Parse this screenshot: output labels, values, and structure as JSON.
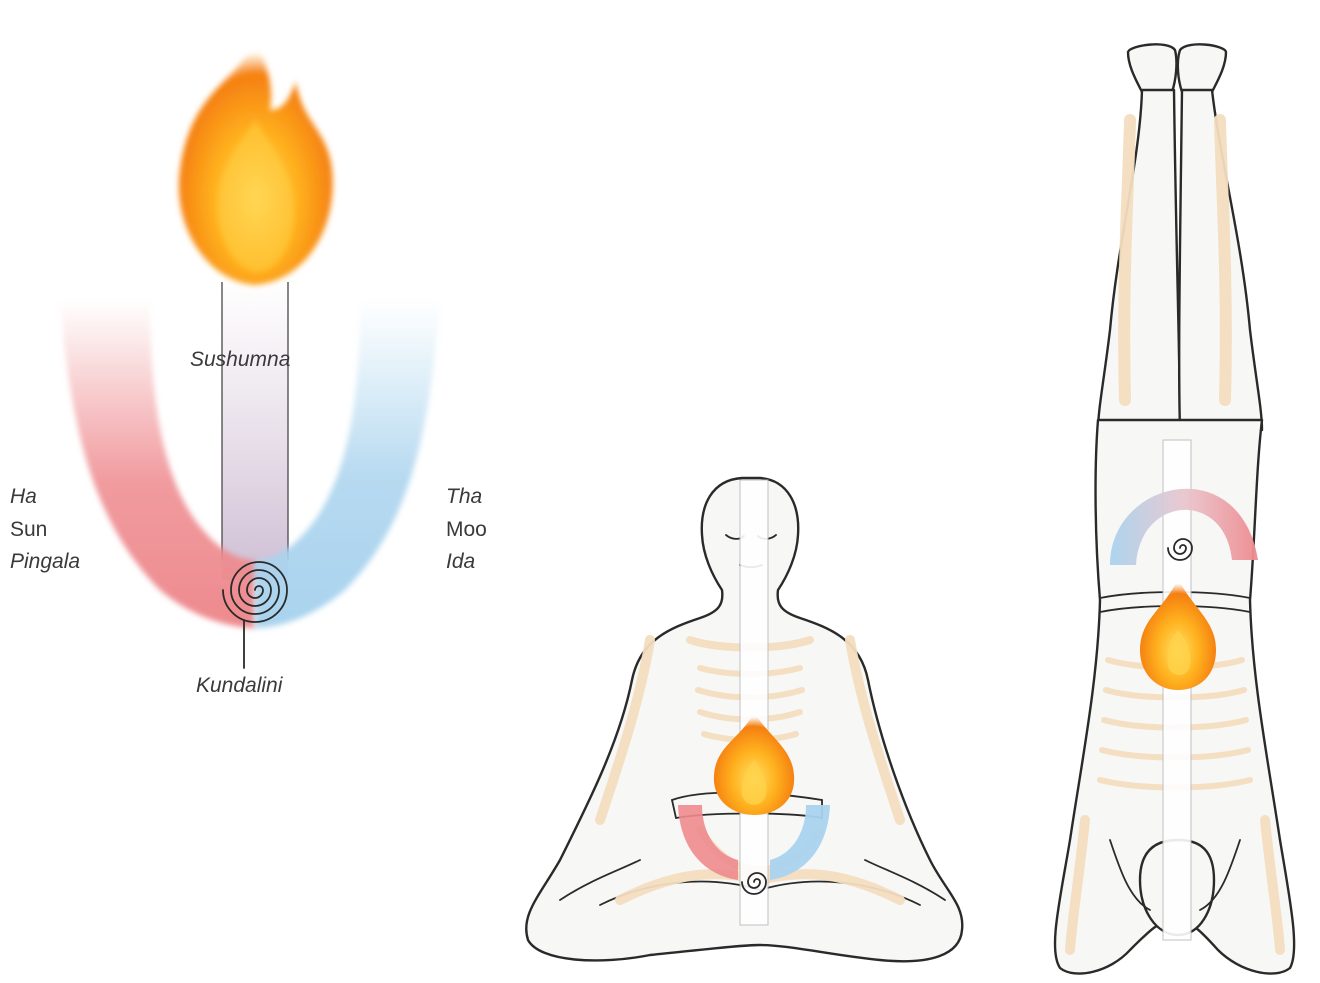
{
  "diagram": {
    "labels": {
      "sushumna": "Sushumna",
      "kundalini": "Kundalini",
      "left": [
        "Ha",
        "Sun",
        "Pingala"
      ],
      "right": [
        "Tha",
        "Moo",
        "Ida"
      ]
    },
    "colors": {
      "sun_channel": "#ee8a8e",
      "moon_channel": "#a9d3ee",
      "flame_outer": "#f7a21a",
      "flame_inner": "#ffd24a",
      "bone": "#f3ddbf"
    },
    "figures": [
      "channel-diagram",
      "seated-lotus-figure",
      "headstand-figure"
    ]
  }
}
